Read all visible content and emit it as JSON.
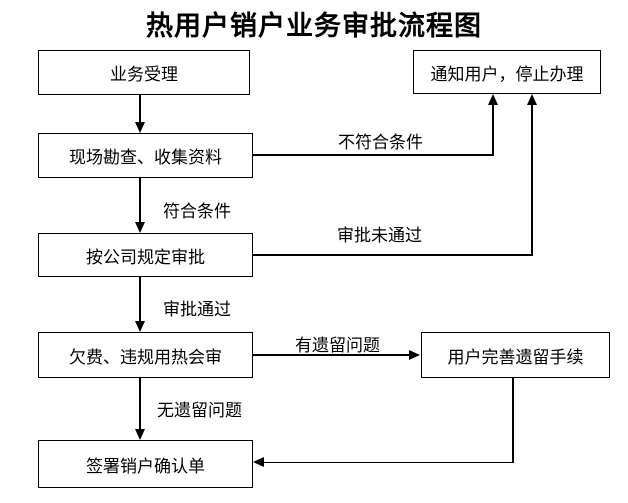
{
  "title": "热用户销户业务审批流程图",
  "flowchart": {
    "nodes": {
      "accept": {
        "label": "业务受理"
      },
      "survey": {
        "label": "现场勘查、收集资料"
      },
      "approve": {
        "label": "按公司规定审批"
      },
      "review": {
        "label": "欠费、违规用热会审"
      },
      "sign": {
        "label": "签署销户确认单"
      },
      "notify": {
        "label": "通知用户，停止办理"
      },
      "complete": {
        "label": "用户完善遗留手续"
      }
    },
    "edge_labels": {
      "not_qualified": "不符合条件",
      "qualified": "符合条件",
      "approval_failed": "审批未通过",
      "approval_passed": "审批通过",
      "has_pending": "有遗留问题",
      "no_pending": "无遗留问题"
    },
    "colors": {
      "line": "#000000",
      "box_border": "#000000",
      "box_fill": "#ffffff",
      "canvas_bg": "#ffffff",
      "text": "#000000"
    }
  }
}
